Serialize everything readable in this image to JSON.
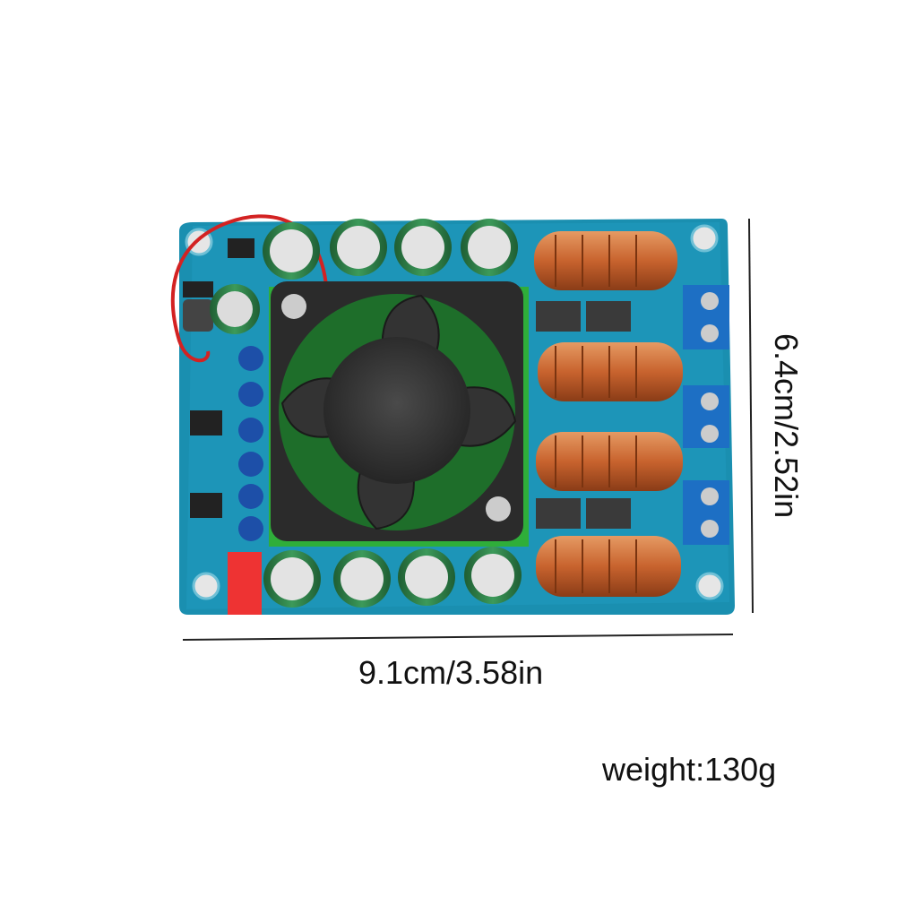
{
  "product_image": {
    "board_color": "#1a8fb0",
    "inductor_color": "#c8632e",
    "capacitor_color": "#2a7a44",
    "terminal_color": "#1d6fc4",
    "heatsink_color": "#2fae3a",
    "fan_color": "#2b2b2b"
  },
  "dimensions": {
    "width": "9.1cm/3.58in",
    "height": "6.4cm/2.52in"
  },
  "specs": {
    "weight": "weight:130g"
  }
}
